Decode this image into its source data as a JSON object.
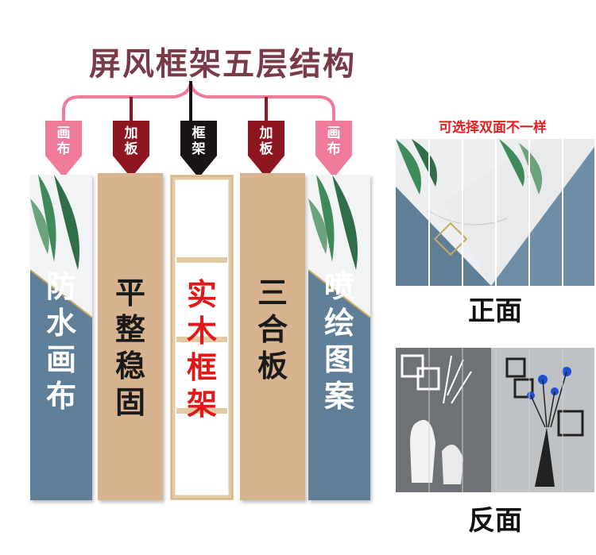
{
  "title": "屏风框架五层结构",
  "arrows": [
    {
      "label": "画布",
      "color": "#f07a9a"
    },
    {
      "label": "加板",
      "color": "#8e1620"
    },
    {
      "label": "框架",
      "color": "#1a1414"
    },
    {
      "label": "加板",
      "color": "#8e1620"
    },
    {
      "label": "画布",
      "color": "#f07a9a"
    }
  ],
  "layers": [
    {
      "label": "防水画布",
      "color": "#ffffff"
    },
    {
      "label": "平整稳固",
      "color": "#1a1a1a"
    },
    {
      "label": "实木框架",
      "color": "#e01818"
    },
    {
      "label": "三合板",
      "color": "#1a1a1a"
    },
    {
      "label": "喷绘图案",
      "color": "#ffffff"
    }
  ],
  "side": {
    "note": "可选择双面不一样",
    "front_label": "正面",
    "back_label": "反面"
  }
}
